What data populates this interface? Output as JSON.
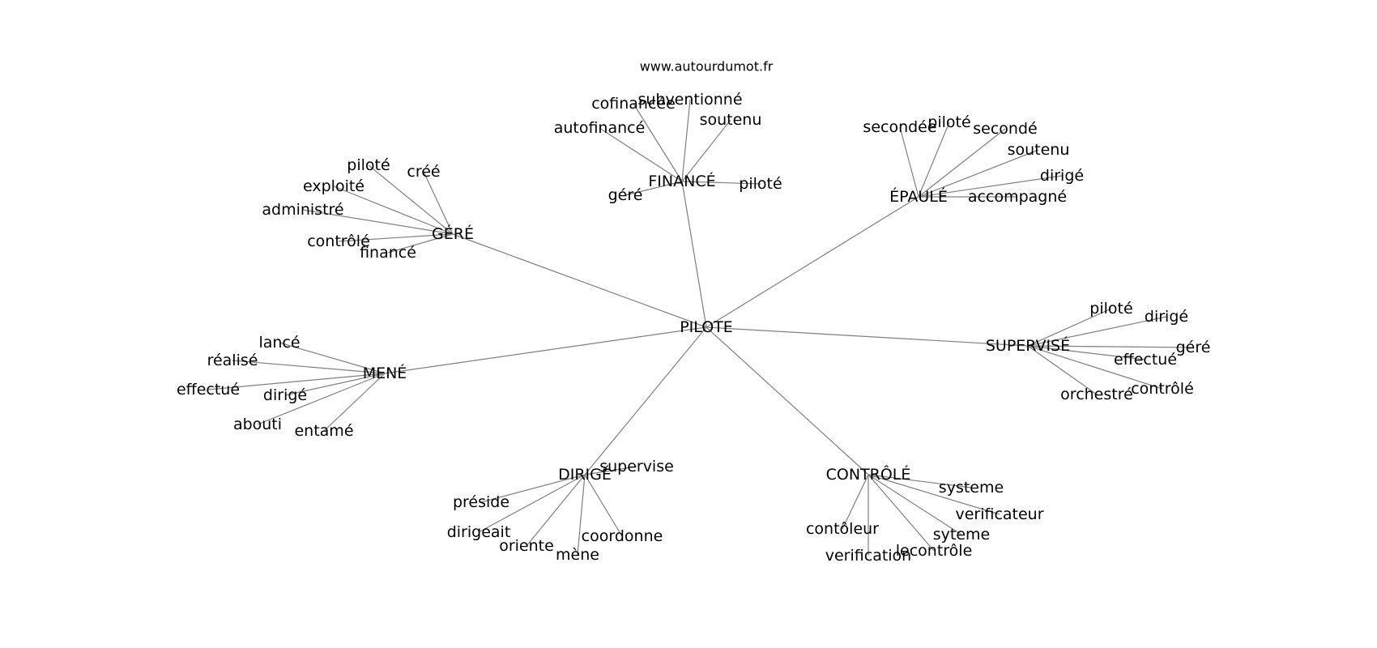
{
  "source": "www.autourdumot.fr",
  "root": "PILOTE",
  "clusters": [
    {
      "hub": "FINANCÉ",
      "words": [
        "cofinancée",
        "subventionné",
        "soutenu",
        "autofinancé",
        "géré",
        "piloté"
      ]
    },
    {
      "hub": "ÉPAULÉ",
      "words": [
        "secondée",
        "piloté",
        "secondé",
        "soutenu",
        "dirigé",
        "accompagné"
      ]
    },
    {
      "hub": "GÉRÉ",
      "words": [
        "piloté",
        "créé",
        "exploité",
        "administré",
        "contrôlé",
        "financé"
      ]
    },
    {
      "hub": "SUPERVISÉ",
      "words": [
        "piloté",
        "dirigé",
        "géré",
        "effectué",
        "orchestré",
        "contrôlé"
      ]
    },
    {
      "hub": "MENÉ",
      "words": [
        "lancé",
        "réalisé",
        "effectué",
        "dirigé",
        "abouti",
        "entamé"
      ]
    },
    {
      "hub": "DIRIGÉ",
      "words": [
        "supervise",
        "préside",
        "dirigeait",
        "oriente",
        "mène",
        "coordonne"
      ]
    },
    {
      "hub": "CONTRÔLÉ",
      "words": [
        "systeme",
        "verificateur",
        "syteme",
        "contôleur",
        "lecontrôle",
        "verification"
      ]
    }
  ]
}
